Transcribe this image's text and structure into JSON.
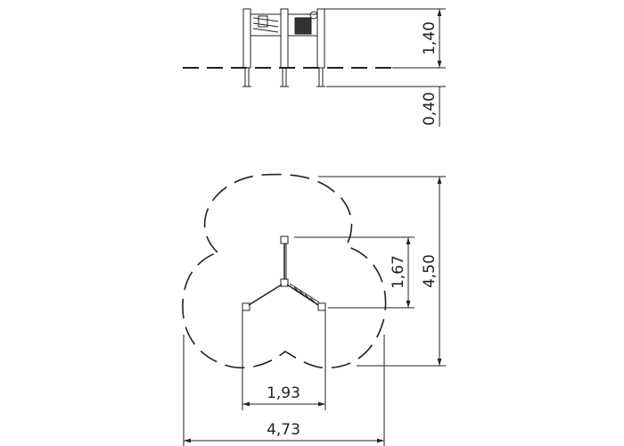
{
  "elevation": {
    "height_above_ground": "1,40",
    "depth_below_ground": "0,40"
  },
  "plan": {
    "post_spacing_vertical": "1,67",
    "overall_depth": "4,50",
    "post_spacing_horizontal": "1,93",
    "overall_width": "4,73"
  }
}
